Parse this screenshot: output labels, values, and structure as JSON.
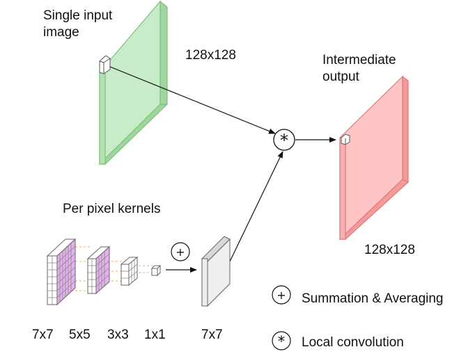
{
  "labels": {
    "input_title": "Single input\nimage",
    "input_size": "128x128",
    "output_title": "Intermediate\noutput",
    "output_size": "128x128",
    "kernels_title": "Per pixel kernels",
    "k7": "7x7",
    "k5": "5x5",
    "k3": "3x3",
    "k1": "1x1",
    "combined": "7x7"
  },
  "legend": [
    {
      "symbol": "+",
      "text": "Summation & Averaging"
    },
    {
      "symbol": "*",
      "text": "Local convolution"
    }
  ],
  "operators": {
    "sum": "+",
    "conv": "*"
  },
  "colors": {
    "input_front": "#c8ecc8",
    "input_side": "#9ed69e",
    "input_stroke": "#7cc07c",
    "output_front": "#ffc4c4",
    "output_side": "#f39a9a",
    "output_stroke": "#e07a7a",
    "kernel_fill": "#ffffff",
    "kernel_pink": "#e4b0ee",
    "kernel_stroke": "#666666",
    "dash": "#e6b070",
    "combined_front": "#eeeeee",
    "combined_side": "#d8d8d8"
  }
}
